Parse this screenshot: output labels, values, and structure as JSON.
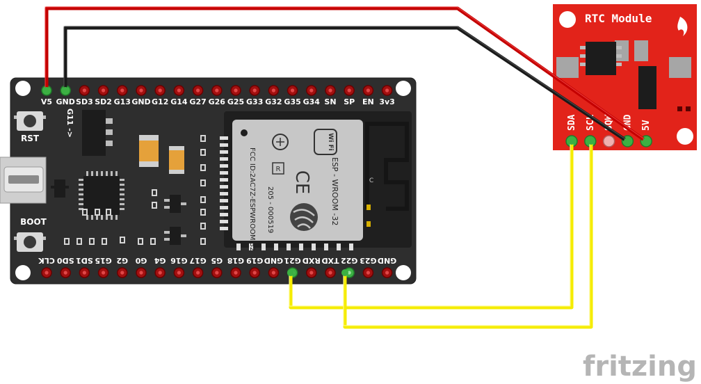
{
  "esp32": {
    "top_pins": [
      "V5",
      "GND",
      "SD3",
      "SD2",
      "G13",
      "GND",
      "G12",
      "G14",
      "G27",
      "G26",
      "G25",
      "G33",
      "G32",
      "G35",
      "G34",
      "SN",
      "SP",
      "EN",
      "3v3"
    ],
    "bottom_pins": [
      "CLK",
      "SD0",
      "SD1",
      "G15",
      "G2",
      "G0",
      "G4",
      "G16",
      "G17",
      "G5",
      "G18",
      "G19",
      "GND",
      "G21",
      "RXD",
      "TXD",
      "G22",
      "G23",
      "GND"
    ],
    "vertical_label": "G11 ->",
    "rst_label": "RST",
    "boot_label": "BOOT",
    "module_fcc": "FCC ID:2AC7Z-ESPWROOM 32",
    "module_model": "ESP - WROOM -32",
    "module_code": "205 - 000519",
    "module_wifi": "Wi Fi",
    "module_r": "R",
    "module_ce": "CE",
    "module_c": "C"
  },
  "rtc": {
    "title": "RTC Module",
    "pins": [
      "SDA",
      "SCL",
      "SQW",
      "GND",
      "5V"
    ]
  },
  "wires": [
    {
      "color": "#c40000",
      "from": "V5",
      "to": "5V"
    },
    {
      "color": "#1a1a1a",
      "from": "GND",
      "to": "GND"
    },
    {
      "color": "#f5ec00",
      "from": "G21",
      "to": "SDA"
    },
    {
      "color": "#f5ec00",
      "from": "G22",
      "to": "SCL"
    }
  ],
  "colors": {
    "board": "#2e2e2e",
    "pcb_red": "#e2231a",
    "wire_red": "#c40000",
    "wire_black": "#1a1a1a",
    "wire_yellow": "#f5ec00",
    "pin_active": "#3cb043"
  },
  "watermark": "fritzing"
}
